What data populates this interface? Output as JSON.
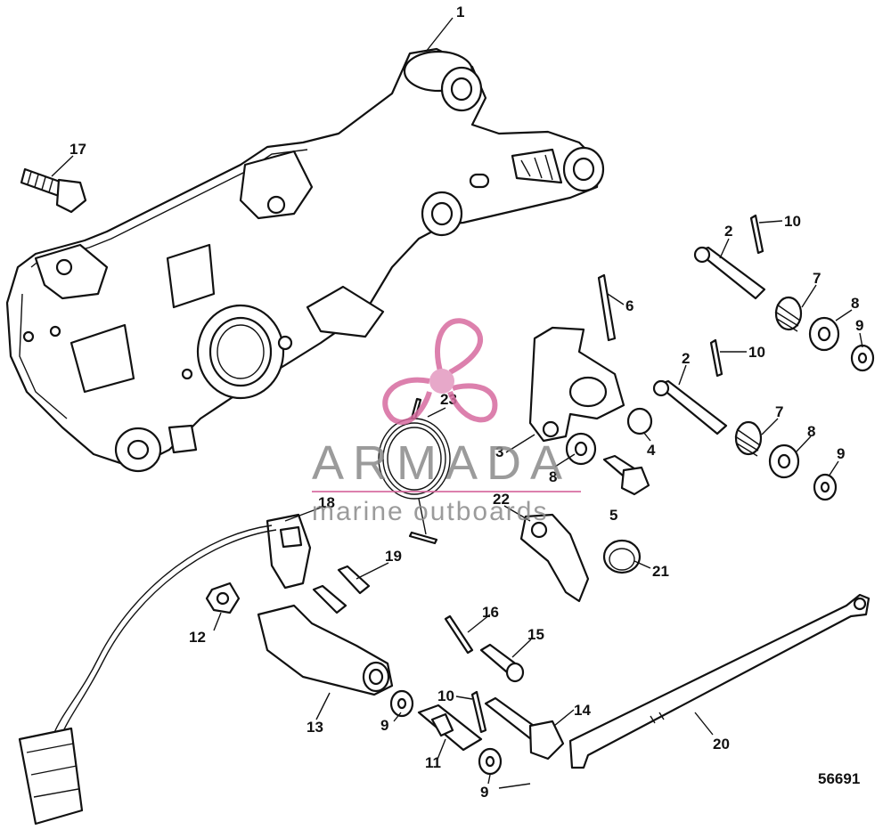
{
  "diagram": {
    "figure_number": "56691",
    "callouts": [
      "1",
      "2",
      "2",
      "3",
      "4",
      "5",
      "6",
      "7",
      "7",
      "8",
      "8",
      "8",
      "9",
      "9",
      "9",
      "9",
      "10",
      "10",
      "10",
      "11",
      "12",
      "13",
      "14",
      "15",
      "16",
      "17",
      "18",
      "19",
      "20",
      "21",
      "22",
      "23"
    ]
  },
  "watermark": {
    "brand": "ARMADA",
    "tagline": "marine outboards",
    "color": "#d76b9f"
  }
}
